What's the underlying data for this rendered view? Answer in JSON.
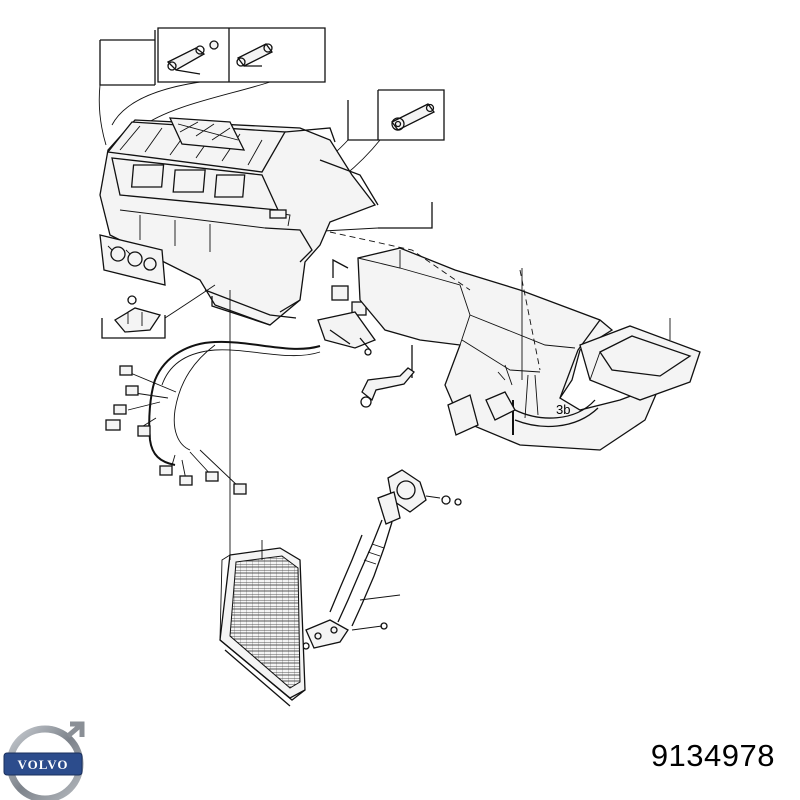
{
  "callouts": {
    "label_3b": "3b"
  },
  "brand": {
    "logo_text": "VOLVO",
    "logo_icon": "volvo-iron-mark-icon"
  },
  "part_number": "9134978",
  "colors": {
    "line": "#111111",
    "logo_blue": "#2c4c8c",
    "logo_ring": "#8a8f96"
  }
}
